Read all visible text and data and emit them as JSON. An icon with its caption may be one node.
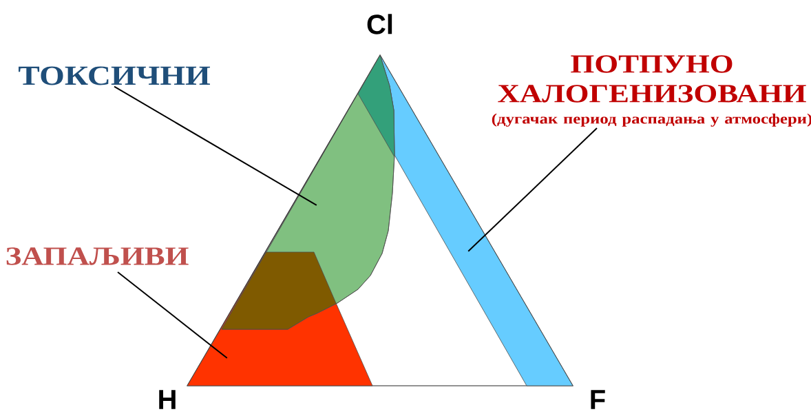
{
  "diagram": {
    "nodes": [
      {
        "text": [
          "ТОКСИЧНИ"
        ]
      },
      {
        "text": [],
        "shape": "polygon"
      },
      {
        "text": [
          "ЗАПАЉИВИ"
        ]
      },
      {
        "text": [],
        "shape": "polygon"
      },
      {
        "text": [
          "ПОТПУНО ХАЛОГЕНИЗОВАНИ",
          "(дугачак период распадања у атмосфери)"
        ]
      },
      {
        "text": [],
        "shape": "polygon"
      }
    ],
    "edges": [
      {
        "from": 0,
        "to": 1,
        "arrow": "none"
      },
      {
        "from": 2,
        "to": 3,
        "arrow": "none"
      },
      {
        "from": 4,
        "to": 5,
        "arrow": "none"
      }
    ],
    "labels": [
      "Cl",
      "H",
      "F"
    ]
  }
}
